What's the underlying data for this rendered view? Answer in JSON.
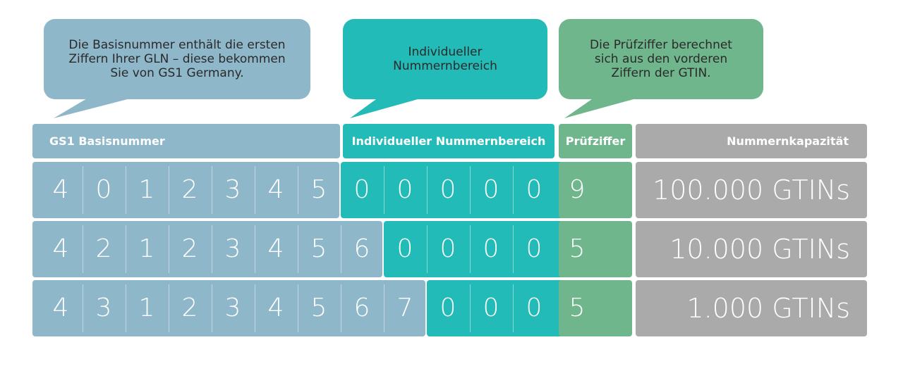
{
  "bubbles": {
    "basisnummer": "Die Basisnummer enthält die ersten\nZiffern Ihrer GLN – diese bekommen\nSie von GS1 Germany.",
    "individuell": "Individueller\nNummernbereich",
    "pruefziffer": "Die Prüfziffer berechnet\nsich aus den vorderen\nZiffern der GTIN."
  },
  "headers": {
    "basisnummer": "GS1 Basisnummer",
    "individuell": "Individueller Nummernbereich",
    "pruefziffer": "Prüfziffer",
    "kapazitaet": "Nummernkapazität"
  },
  "rows": [
    {
      "digits": [
        "4",
        "0",
        "1",
        "2",
        "3",
        "4",
        "5",
        "0",
        "0",
        "0",
        "0",
        "0"
      ],
      "base_length": 7,
      "check": "9",
      "capacity": "100.000 GTINs"
    },
    {
      "digits": [
        "4",
        "2",
        "1",
        "2",
        "3",
        "4",
        "5",
        "6",
        "0",
        "0",
        "0",
        "0"
      ],
      "base_length": 8,
      "check": "5",
      "capacity": "10.000 GTINs"
    },
    {
      "digits": [
        "4",
        "3",
        "1",
        "2",
        "3",
        "4",
        "5",
        "6",
        "7",
        "0",
        "0",
        "0"
      ],
      "base_length": 9,
      "check": "5",
      "capacity": "1.000 GTINs"
    }
  ],
  "colors": {
    "basisnummer": "#8fb7ca",
    "individuell": "#23bbb7",
    "pruefziffer": "#70b68d",
    "kapazitaet": "#a9aaa9"
  }
}
